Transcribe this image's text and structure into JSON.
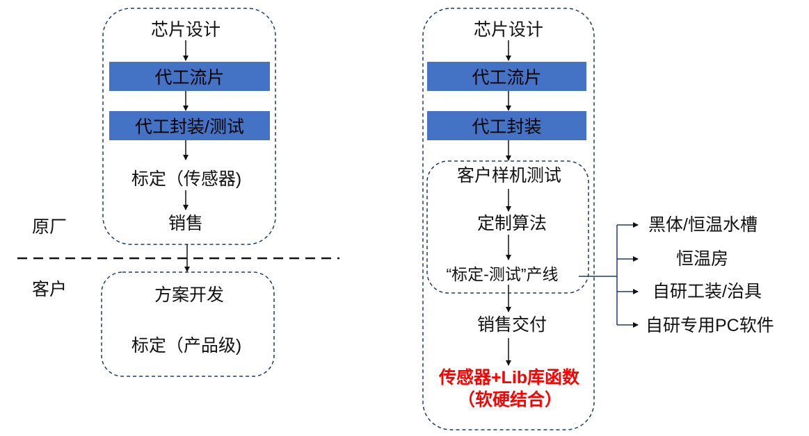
{
  "left_flow": {
    "chip_design": "芯片设计",
    "foundry_tapeout": "代工流片",
    "foundry_package_test": "代工封装/测试",
    "calibration_sensor": "标定（传感器)",
    "sales": "销售",
    "plan_development": "方案开发",
    "calibration_product": "标定（产品级)"
  },
  "side_labels": {
    "original_factory": "原厂",
    "customer": "客户"
  },
  "right_flow": {
    "chip_design": "芯片设计",
    "foundry_tapeout": "代工流片",
    "foundry_package": "代工封装",
    "sample_test": "客户样机测试",
    "custom_algorithm": "定制算法",
    "cal_test_line": "“标定-测试”产线",
    "sales_delivery": "销售交付",
    "result_line1": "传感器+Lib库函数",
    "result_line2": "（软硬结合）"
  },
  "equipment": {
    "items": [
      "黑体/恒温水槽",
      "恒温房",
      "自研工装/治具",
      "自研专用PC软件"
    ]
  },
  "colors": {
    "block_fill": "#4472c4",
    "dash_stroke": "#1f3864",
    "highlight_text": "#ff0000"
  }
}
